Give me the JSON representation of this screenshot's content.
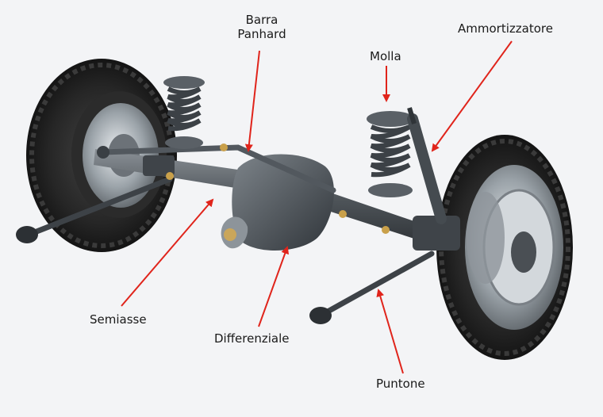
{
  "labels": {
    "barra_panhard_line1": "Barra",
    "barra_panhard_line2": "Panhard",
    "molla": "Molla",
    "ammortizzatore": "Ammortizzatore",
    "semiasse": "Semiasse",
    "differenziale": "Differenziale",
    "puntone": "Puntone"
  },
  "colors": {
    "arrow": "#e0241b",
    "background": "#f3f4f6",
    "tire": "#232323",
    "metal": "#4f555a"
  }
}
